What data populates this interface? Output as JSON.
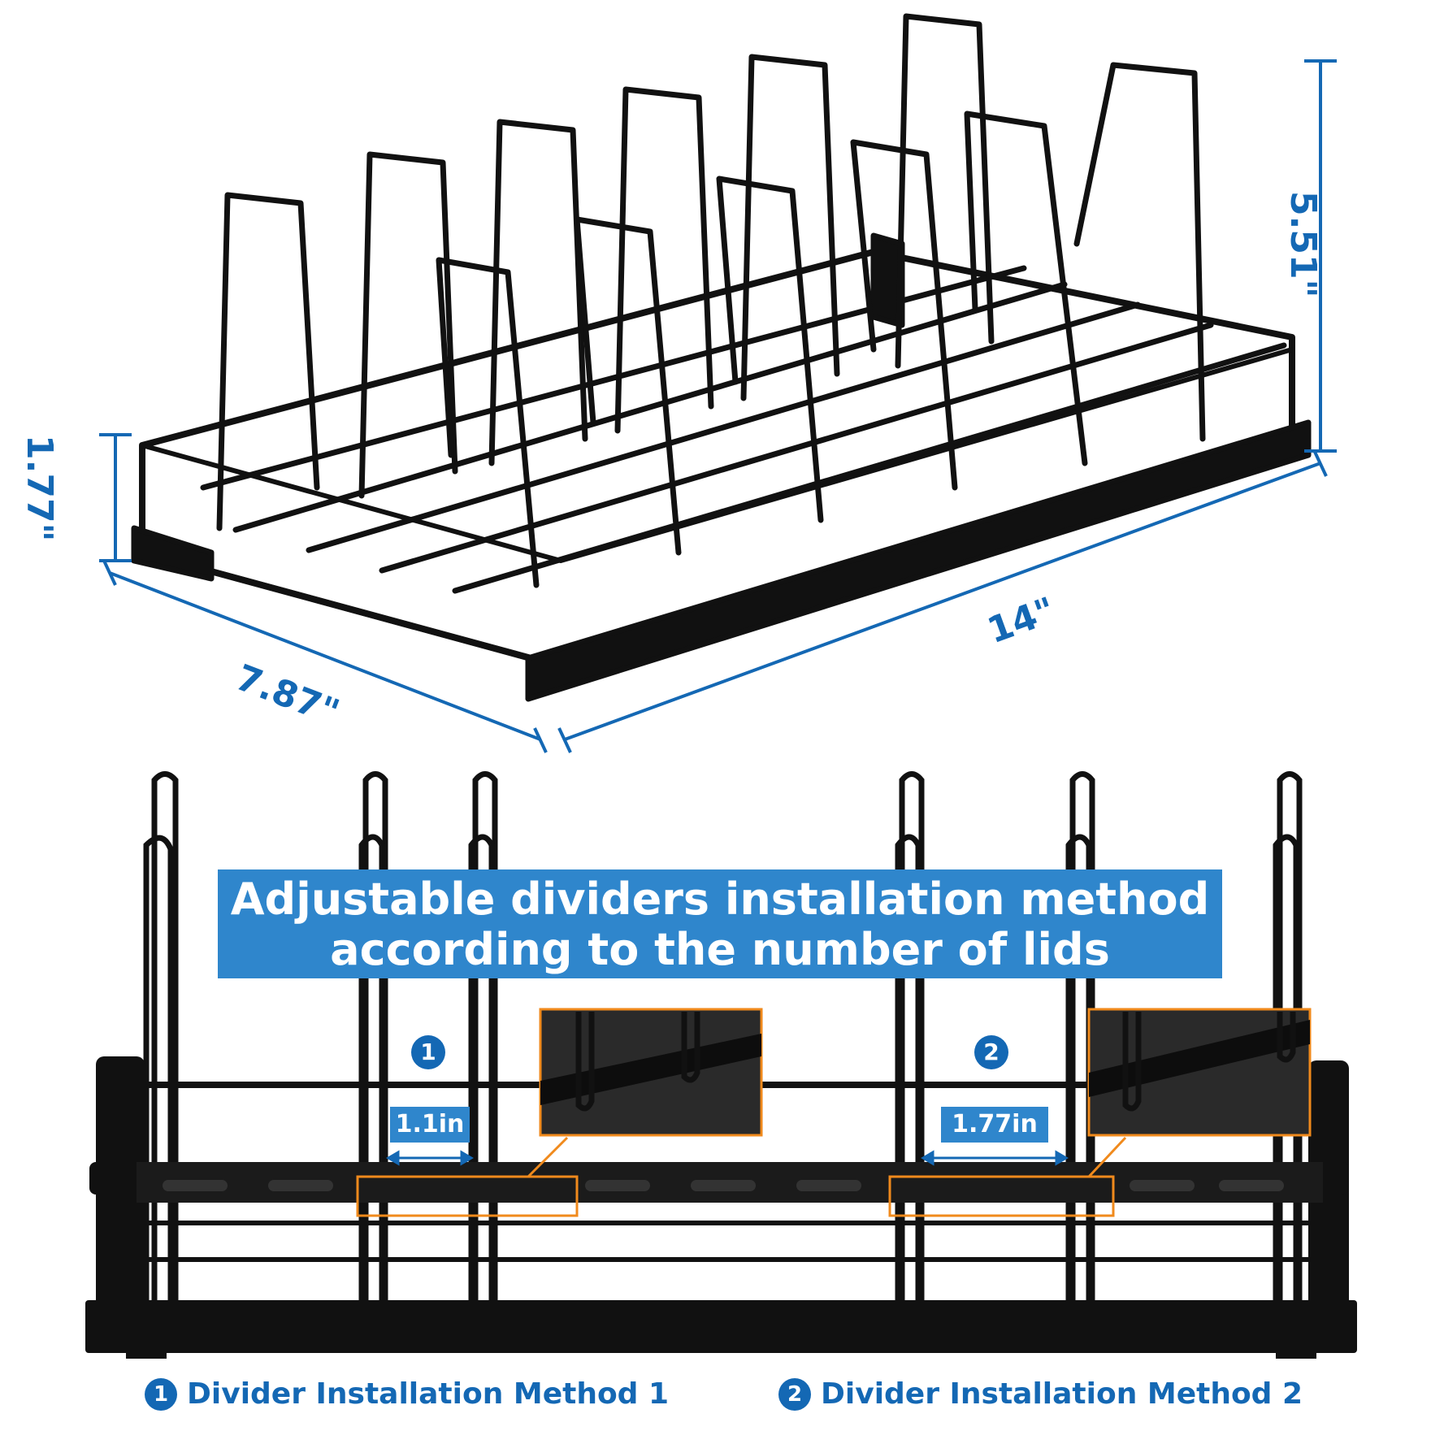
{
  "dimensions": {
    "width": "14\"",
    "depth": "7.87\"",
    "height": "5.51\"",
    "base_height": "1.77\""
  },
  "title": {
    "line1": "Adjustable dividers installation method",
    "line2": "according to the number of lids"
  },
  "methods": [
    {
      "number": "1",
      "gap": "1.1in",
      "caption": "Divider Installation Method 1"
    },
    {
      "number": "2",
      "gap": "1.77in",
      "caption": "Divider Installation Method 2"
    }
  ],
  "colors": {
    "dimension_blue": "#1468b4",
    "banner_blue": "#2f86cc",
    "callout_orange": "#f08a1c",
    "rack_black": "#111111"
  }
}
